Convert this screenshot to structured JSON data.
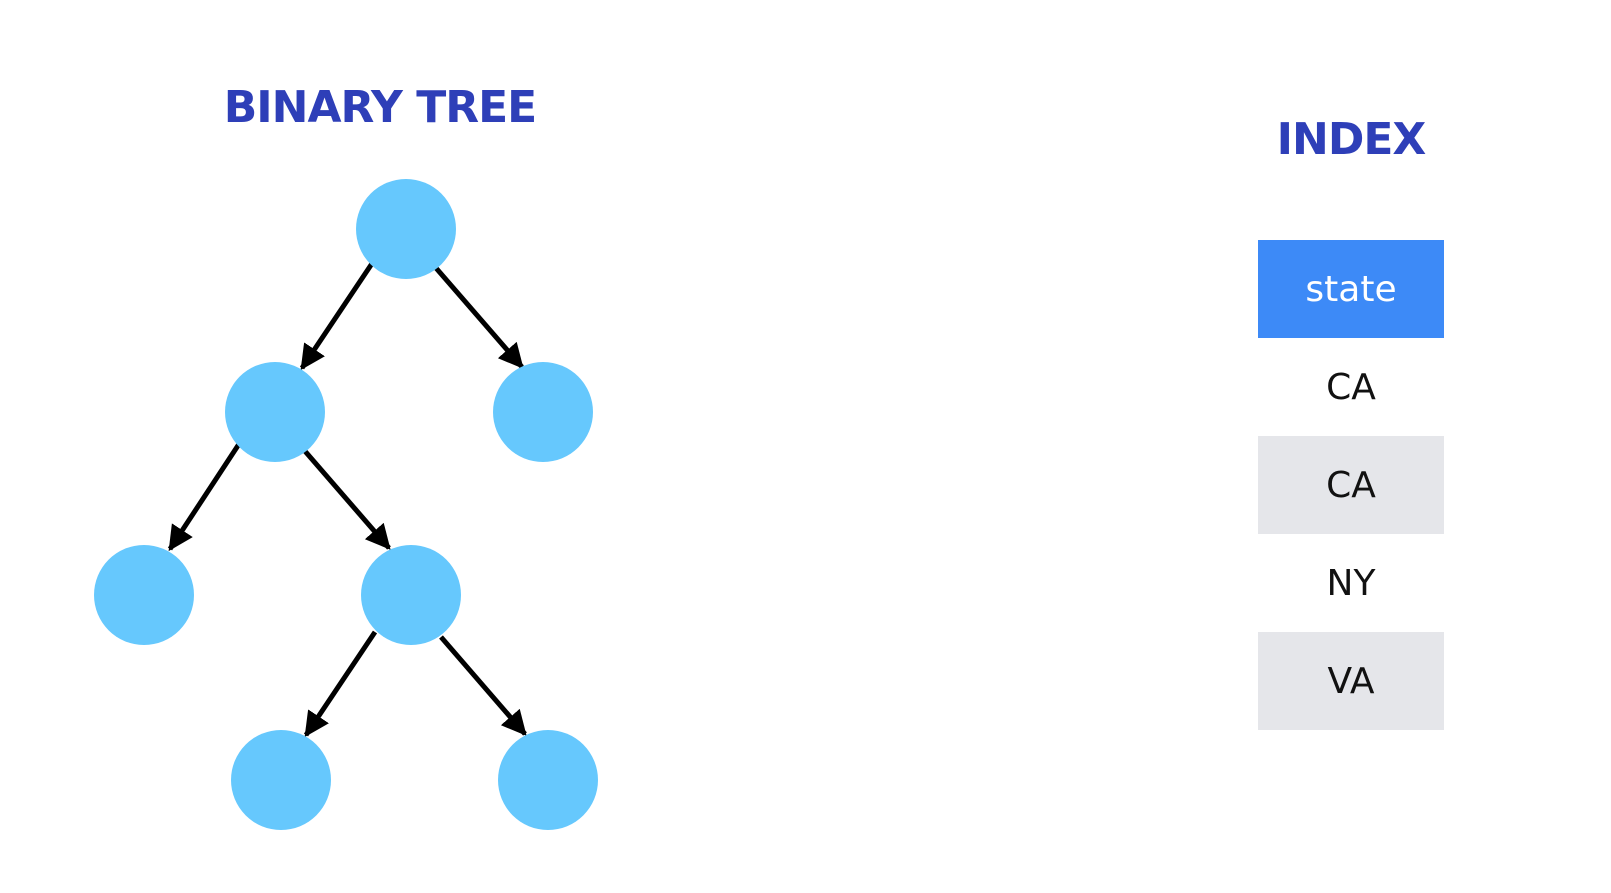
{
  "diagram": {
    "tree_title": "BINARY TREE",
    "index_title": "INDEX",
    "colors": {
      "title": "#2e3fb8",
      "node_fill": "#66c8fd",
      "edge": "#000000",
      "index_header_bg": "#3d8af7",
      "index_row_shaded_bg": "#e5e6ea"
    },
    "tree": {
      "nodes": [
        "root",
        "left",
        "right",
        "left-left",
        "left-right",
        "left-right-left",
        "left-right-right"
      ],
      "edges": [
        [
          "root",
          "left"
        ],
        [
          "root",
          "right"
        ],
        [
          "left",
          "left-left"
        ],
        [
          "left",
          "left-right"
        ],
        [
          "left-right",
          "left-right-left"
        ],
        [
          "left-right",
          "left-right-right"
        ]
      ]
    },
    "index": {
      "header": "state",
      "rows": [
        "CA",
        "CA",
        "NY",
        "VA"
      ]
    }
  }
}
